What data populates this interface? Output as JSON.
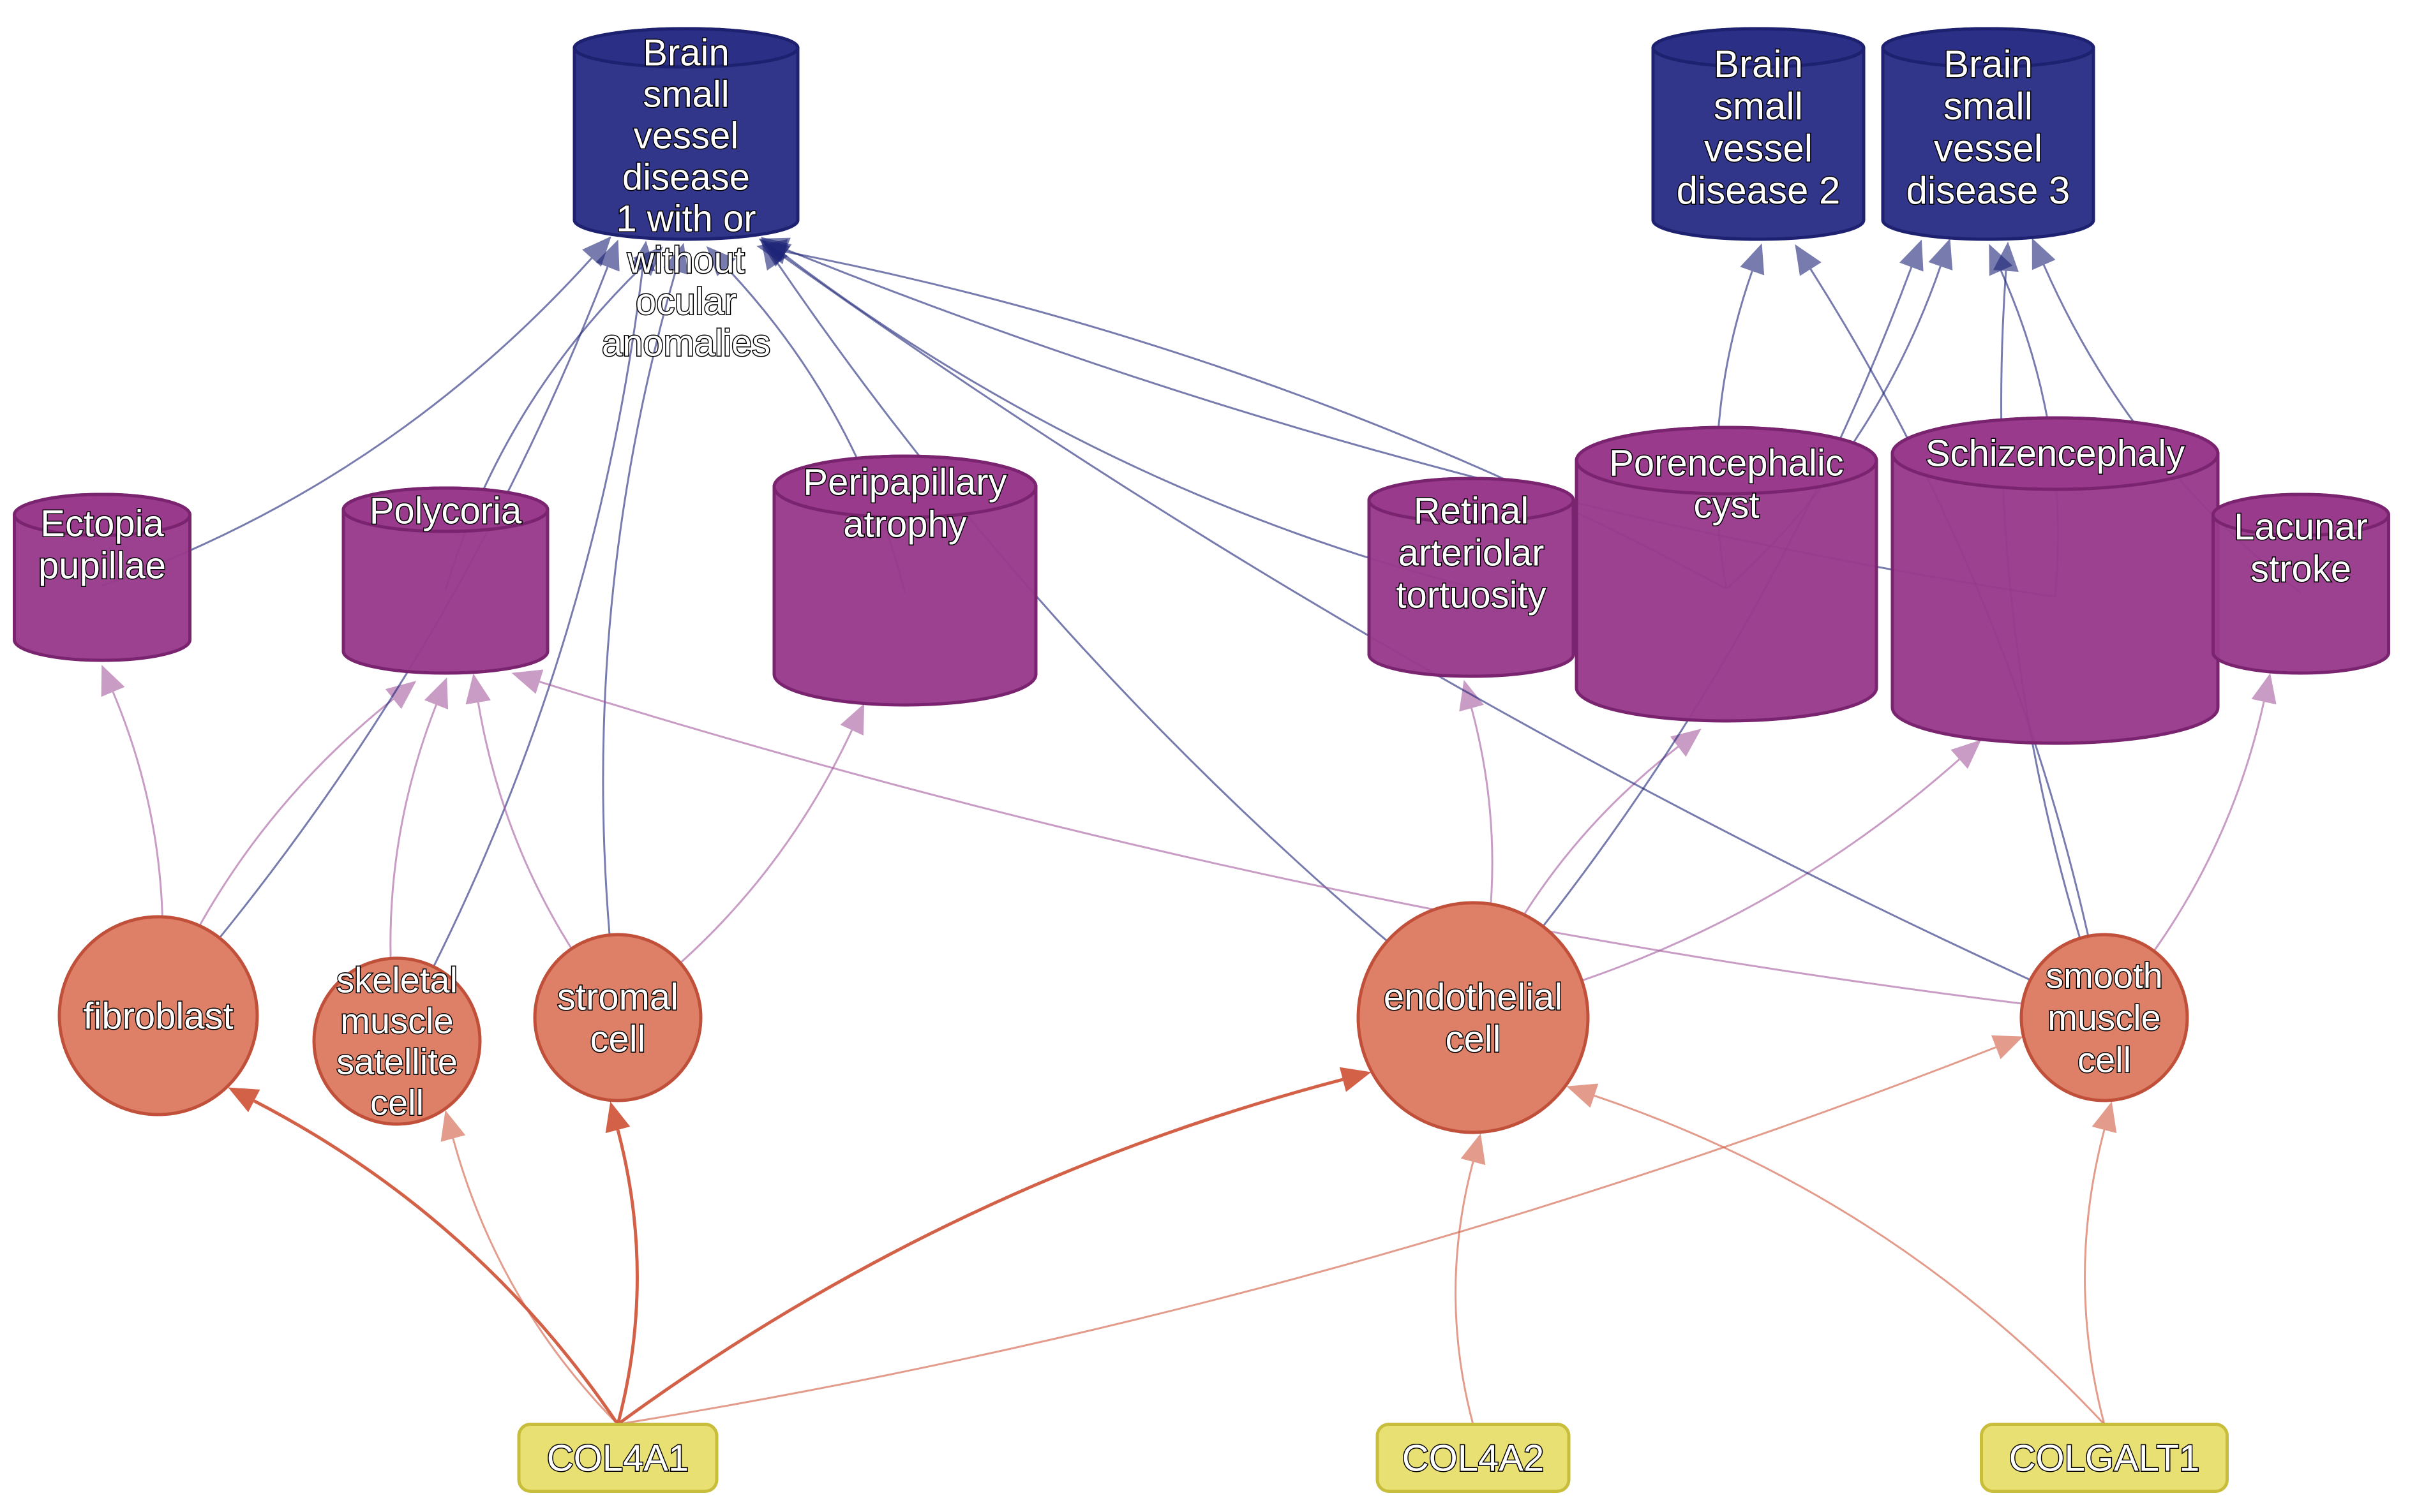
{
  "diagram": {
    "colors": {
      "disease_fill": "#2b2f86",
      "disease_stroke": "#1e2170",
      "phenotype_fill": "#993a8c",
      "phenotype_stroke": "#7a2470",
      "cell_fill": "#de8068",
      "cell_stroke": "#c0503a",
      "gene_fill": "#e8e072",
      "gene_stroke": "#c8be3c",
      "edge_gene_cell": "#d0583e",
      "edge_cell_phenotype": "#a35a9c",
      "edge_to_disease": "#1d2377"
    },
    "nodes": {
      "bsvd1": {
        "kind": "disease",
        "label": "Brain small vessel disease 1 with or without ocular anomalies"
      },
      "bsvd2": {
        "kind": "disease",
        "label": "Brain small vessel disease 2"
      },
      "bsvd3": {
        "kind": "disease",
        "label": "Brain small vessel disease 3"
      },
      "ectopia": {
        "kind": "phenotype",
        "label": "Ectopia pupillae"
      },
      "polycoria": {
        "kind": "phenotype",
        "label": "Polycoria"
      },
      "peripapillary": {
        "kind": "phenotype",
        "label": "Peripapillary atrophy"
      },
      "retinal": {
        "kind": "phenotype",
        "label": "Retinal arteriolar tortuosity"
      },
      "porencephalic": {
        "kind": "phenotype",
        "label": "Porencephalic cyst"
      },
      "schizencephaly": {
        "kind": "phenotype",
        "label": "Schizencephaly"
      },
      "lacunar": {
        "kind": "phenotype",
        "label": "Lacunar stroke"
      },
      "fibroblast": {
        "kind": "cell",
        "label": "fibroblast"
      },
      "skeletal": {
        "kind": "cell",
        "label": "skeletal muscle satellite cell"
      },
      "stromal": {
        "kind": "cell",
        "label": "stromal cell"
      },
      "endothelial": {
        "kind": "cell",
        "label": "endothelial cell"
      },
      "smooth": {
        "kind": "cell",
        "label": "smooth muscle cell"
      },
      "col4a1": {
        "kind": "gene",
        "label": "COL4A1"
      },
      "col4a2": {
        "kind": "gene",
        "label": "COL4A2"
      },
      "colgalt1": {
        "kind": "gene",
        "label": "COLGALT1"
      }
    },
    "edges": [
      {
        "from": "col4a1",
        "to": "fibroblast"
      },
      {
        "from": "col4a1",
        "to": "skeletal"
      },
      {
        "from": "col4a1",
        "to": "stromal"
      },
      {
        "from": "col4a1",
        "to": "endothelial"
      },
      {
        "from": "col4a1",
        "to": "smooth"
      },
      {
        "from": "col4a2",
        "to": "endothelial"
      },
      {
        "from": "colgalt1",
        "to": "endothelial"
      },
      {
        "from": "colgalt1",
        "to": "smooth"
      },
      {
        "from": "fibroblast",
        "to": "ectopia"
      },
      {
        "from": "fibroblast",
        "to": "polycoria"
      },
      {
        "from": "fibroblast",
        "to": "bsvd1"
      },
      {
        "from": "skeletal",
        "to": "polycoria"
      },
      {
        "from": "skeletal",
        "to": "bsvd1"
      },
      {
        "from": "stromal",
        "to": "polycoria"
      },
      {
        "from": "stromal",
        "to": "peripapillary"
      },
      {
        "from": "stromal",
        "to": "bsvd1"
      },
      {
        "from": "endothelial",
        "to": "retinal"
      },
      {
        "from": "endothelial",
        "to": "porencephalic"
      },
      {
        "from": "endothelial",
        "to": "schizencephaly"
      },
      {
        "from": "endothelial",
        "to": "bsvd1"
      },
      {
        "from": "endothelial",
        "to": "bsvd3"
      },
      {
        "from": "smooth",
        "to": "polycoria"
      },
      {
        "from": "smooth",
        "to": "lacunar"
      },
      {
        "from": "smooth",
        "to": "bsvd1"
      },
      {
        "from": "smooth",
        "to": "bsvd2"
      },
      {
        "from": "smooth",
        "to": "bsvd3"
      },
      {
        "from": "ectopia",
        "to": "bsvd1"
      },
      {
        "from": "polycoria",
        "to": "bsvd1"
      },
      {
        "from": "peripapillary",
        "to": "bsvd1"
      },
      {
        "from": "retinal",
        "to": "bsvd1"
      },
      {
        "from": "porencephalic",
        "to": "bsvd1"
      },
      {
        "from": "porencephalic",
        "to": "bsvd2"
      },
      {
        "from": "porencephalic",
        "to": "bsvd3"
      },
      {
        "from": "schizencephaly",
        "to": "bsvd1"
      },
      {
        "from": "schizencephaly",
        "to": "bsvd3"
      },
      {
        "from": "lacunar",
        "to": "bsvd3"
      }
    ]
  }
}
